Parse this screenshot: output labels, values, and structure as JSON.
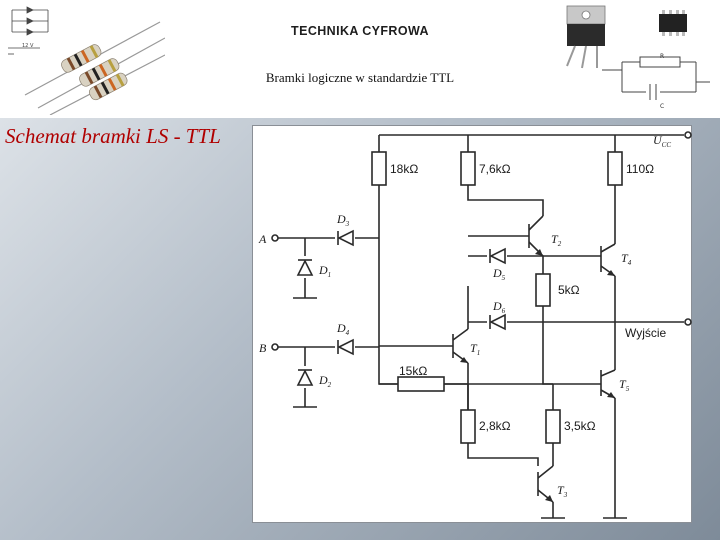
{
  "header": {
    "title": "TECHNIKA CYFROWA",
    "subtitle": "Bramki logiczne w standardzie TTL"
  },
  "slide_title": "Schemat bramki LS - TTL",
  "schematic": {
    "supply": "U",
    "supply_sub": "CC",
    "inputs": {
      "a": "A",
      "b": "B"
    },
    "output": "Wyjście",
    "resistors": {
      "r1": "18kΩ",
      "r2": "7,6kΩ",
      "r3": "110Ω",
      "r4": "5kΩ",
      "r5": "15kΩ",
      "r6": "2,8kΩ",
      "r7": "3,5kΩ"
    },
    "diodes": {
      "d1": {
        "letter": "D",
        "num": "1"
      },
      "d2": {
        "letter": "D",
        "num": "2"
      },
      "d3": {
        "letter": "D",
        "num": "3"
      },
      "d4": {
        "letter": "D",
        "num": "4"
      },
      "d5": {
        "letter": "D",
        "num": "5"
      },
      "d6": {
        "letter": "D",
        "num": "6"
      }
    },
    "transistors": {
      "t1": {
        "letter": "T",
        "num": "1"
      },
      "t2": {
        "letter": "T",
        "num": "2"
      },
      "t3": {
        "letter": "T",
        "num": "3"
      },
      "t4": {
        "letter": "T",
        "num": "4"
      },
      "t5": {
        "letter": "T",
        "num": "5"
      }
    }
  },
  "decor": {
    "small_label": "12 V",
    "r_label": "R",
    "c_label": "C"
  }
}
